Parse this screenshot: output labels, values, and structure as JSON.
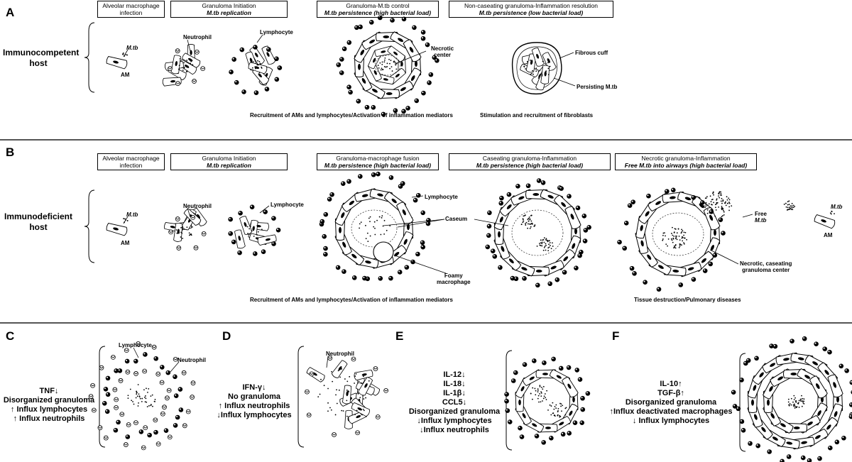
{
  "panelA": {
    "letter": "A",
    "host": [
      "Immunocompetent",
      "host"
    ],
    "stages": [
      {
        "line1": "Alveolar macrophage",
        "line2": "infection"
      },
      {
        "line1": "Granuloma Initiation",
        "line2": "M.tb replication"
      },
      {
        "line1": "Granuloma-M.tb control",
        "line2": "M.tb persistence (high bacterial load)"
      },
      {
        "line1": "Non-caseating granuloma-Inflammation resolution",
        "line2": "M.tb persistence (low bacterial load)"
      }
    ],
    "labels": {
      "mtb": "M.tb",
      "am": "AM",
      "neutrophil": "Neutrophil",
      "lymphocyte": "Lymphocyte",
      "necrotic_center": [
        "Necrotic",
        "center"
      ],
      "fibrous_cuff": "Fibrous cuff",
      "persisting_mtb": "Persisting M.tb"
    },
    "captions": {
      "recruitment": "Recruitment of AMs and lymphocytes/Activation of inflammation mediators",
      "fibroblasts": "Stimulation and recruitment of fibroblasts"
    }
  },
  "panelB": {
    "letter": "B",
    "host": [
      "Immunodeficient",
      "host"
    ],
    "stages": [
      {
        "line1": "Alveolar macrophage",
        "line2": "infection"
      },
      {
        "line1": "Granuloma Initiation",
        "line2": "M.tb replication"
      },
      {
        "line1": "Granuloma-macrophage fusion",
        "line2": "M.tb persistence (high bacterial load)"
      },
      {
        "line1": "Caseating granuloma-Inflammation",
        "line2": "M.tb persistence (high bacterial load)"
      },
      {
        "line1": "Necrotic granuloma-Inflammation",
        "line2": "Free M.tb into airways (high bacterial load)"
      }
    ],
    "labels": {
      "mtb": "M.tb",
      "am": "AM",
      "neutrophil": "Neutrophil",
      "lymphocyte": "Lymphocyte",
      "lymphocyte2": "Lymphocyte",
      "caseum": "Caseum",
      "foamy": [
        "Foamy",
        "macrophage"
      ],
      "free_mtb": [
        "Free",
        "M.tb"
      ],
      "mtb_right": "M.tb",
      "am_right": "AM",
      "necrotic_center": [
        "Necrotic, caseating",
        "granuloma center"
      ]
    },
    "captions": {
      "recruitment": "Recruitment of AMs and lymphocytes/Activation of inflammation mediators",
      "tissue": "Tissue destruction/Pulmonary diseases"
    }
  },
  "panelC": {
    "letter": "C",
    "effects": [
      "TNF↓",
      "Disorganized granuloma",
      "↑ Influx lymphocytes",
      "↑ Influx neutrophils"
    ],
    "labels": {
      "lymphocyte": "Lymphocyte",
      "neutrophil": "Neutrophil"
    }
  },
  "panelD": {
    "letter": "D",
    "effects": [
      "IFN-γ↓",
      "No granuloma",
      "↑ Influx neutrophils",
      "↓Influx lymphocytes"
    ],
    "labels": {
      "neutrophil": "Neutrophil"
    }
  },
  "panelE": {
    "letter": "E",
    "effects": [
      "IL-12↓",
      "IL-18↓",
      "IL-1β↓",
      "CCL5↓",
      "Disorganized granuloma",
      "↓Influx lymphocytes",
      "↓Influx neutrophils"
    ]
  },
  "panelF": {
    "letter": "F",
    "effects": [
      "IL-10↑",
      "TGF-β↑",
      "Disorganized granuloma",
      "↑Influx deactivated macrophages",
      "↓ Influx lymphocytes"
    ]
  }
}
